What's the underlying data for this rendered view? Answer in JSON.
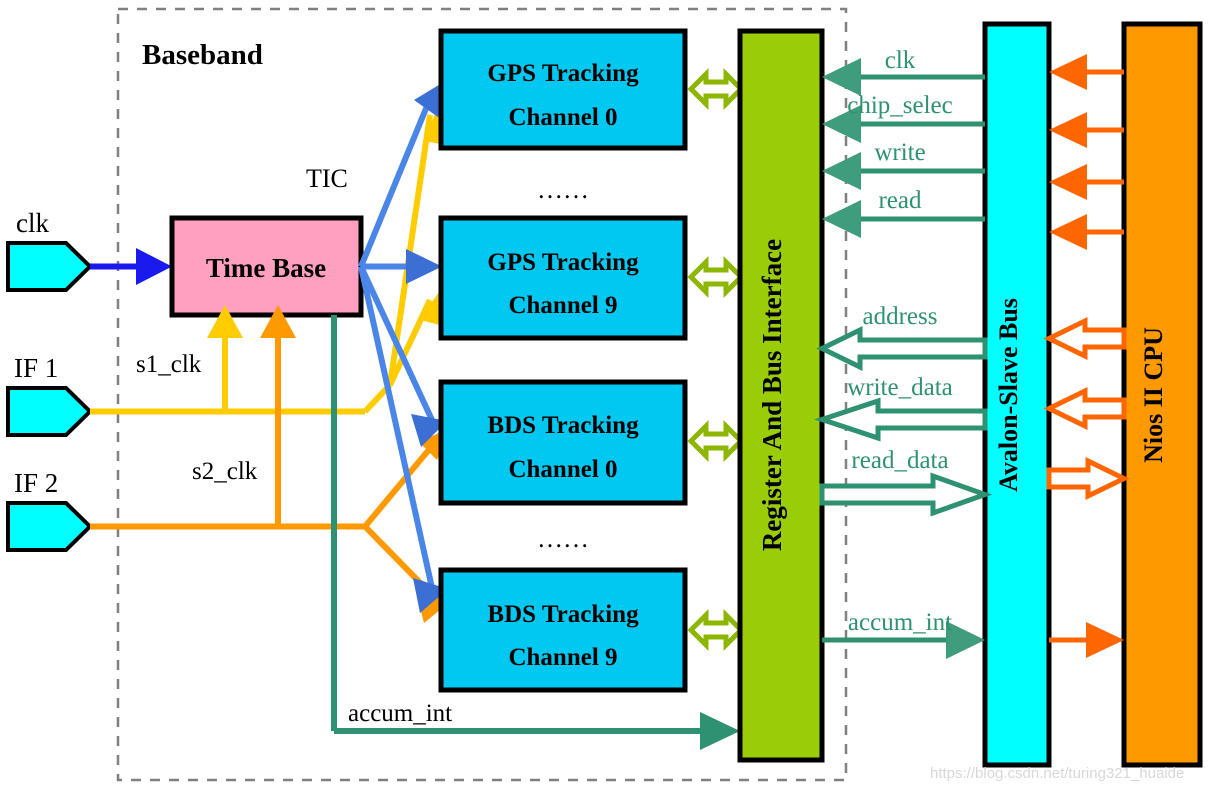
{
  "diagram": {
    "title": "Baseband",
    "watermark": "https://blog.csdn.net/turing321_huaide",
    "colors": {
      "port_fill": "#00ffff",
      "timebase_fill": "#ffa0c0",
      "channel_fill": "#00c8f0",
      "register_fill": "#9acd07",
      "bus_fill": "#00ffff",
      "cpu_fill": "#ff9900",
      "clk_arrow": "#1a1aee",
      "s1_arrow": "#ffcc00",
      "s2_arrow": "#ff9900",
      "tic_arrow": "#4a86e8",
      "accum_arrow": "#2e9171",
      "reg_bus_arrow": "#8db600",
      "cpu_arrow": "#ff6600",
      "dashed_border": "#808080"
    },
    "ports": [
      {
        "id": "clk",
        "label": "clk"
      },
      {
        "id": "if1",
        "label": "IF 1"
      },
      {
        "id": "if2",
        "label": "IF 2"
      }
    ],
    "blocks": {
      "time_base": "Time Base",
      "register_interface": "Register And Bus Interface",
      "avalon_bus": "Avalon-Slave Bus",
      "cpu": "Nios II CPU"
    },
    "channels": [
      {
        "id": "gps0",
        "line1": "GPS Tracking",
        "line2": "Channel 0"
      },
      {
        "id": "gps9",
        "line1": "GPS Tracking",
        "line2": "Channel 9"
      },
      {
        "id": "bds0",
        "line1": "BDS Tracking",
        "line2": "Channel 0"
      },
      {
        "id": "bds9",
        "line1": "BDS Tracking",
        "line2": "Channel 9"
      }
    ],
    "ellipses": [
      {
        "id": "gps-ellipsis",
        "text": "……"
      },
      {
        "id": "bds-ellipsis",
        "text": "……"
      }
    ],
    "internal_signals": {
      "tic": "TIC",
      "s1_clk": "s1_clk",
      "s2_clk": "s2_clk",
      "accum_int_bottom": "accum_int"
    },
    "bus_signals": [
      {
        "id": "clk",
        "label": "clk",
        "direction": "to-register",
        "style": "single"
      },
      {
        "id": "chip_select",
        "label": "chip_selec",
        "direction": "to-register",
        "style": "single"
      },
      {
        "id": "write",
        "label": "write",
        "direction": "to-register",
        "style": "single"
      },
      {
        "id": "read",
        "label": "read",
        "direction": "to-register",
        "style": "single"
      },
      {
        "id": "address",
        "label": "address",
        "direction": "to-register",
        "style": "bus"
      },
      {
        "id": "write_data",
        "label": "write_data",
        "direction": "to-register",
        "style": "bus"
      },
      {
        "id": "read_data",
        "label": "read_data",
        "direction": "to-bus",
        "style": "bus"
      },
      {
        "id": "accum_int",
        "label": "accum_int",
        "direction": "to-bus",
        "style": "single"
      }
    ]
  }
}
